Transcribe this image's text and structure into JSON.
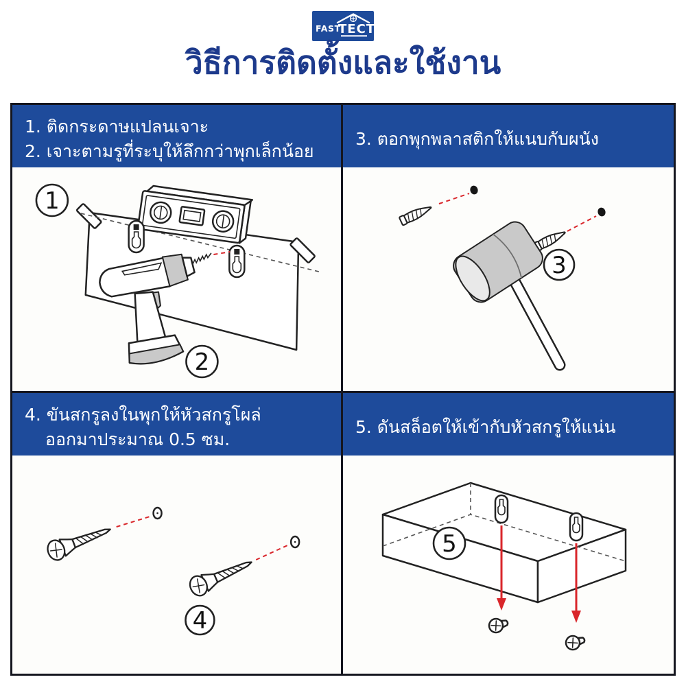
{
  "logo": {
    "brand_fast": "FAST",
    "brand_tect": "TECT",
    "icon": "house-screw-icon"
  },
  "title": "วิธีการติดตั้งและใช้งาน",
  "colors": {
    "brand_blue": "#1E4B9B",
    "title_blue": "#1D3A8C",
    "panel_border": "#15161F",
    "accent_red": "#D9262B",
    "outline_dark": "#222222",
    "tool_gray": "#C9C9C9"
  },
  "panels": [
    {
      "header_lines": [
        "1. ติดกระดาษแปลนเจาะ",
        "2. เจาะตามรูที่ระบุให้ลึกกว่าพุกเล็กน้อย"
      ],
      "markers": [
        "1",
        "2"
      ],
      "icons": [
        "paper-template-icon",
        "tape-icon",
        "spirit-level-icon",
        "keyhole-mark-icon",
        "drill-icon"
      ]
    },
    {
      "header_lines": [
        "3. ตอกพุกพลาสติกให้แนบกับผนัง"
      ],
      "markers": [
        "3"
      ],
      "icons": [
        "wall-anchor-icon",
        "drill-hole-icon",
        "rubber-mallet-icon"
      ]
    },
    {
      "header_lines": [
        "4. ขันสกรูลงในพุกให้หัวสกรูโผล่",
        "ออกมาประมาณ 0.5 ซม."
      ],
      "markers": [
        "4"
      ],
      "icons": [
        "screw-icon",
        "pilot-hole-icon"
      ]
    },
    {
      "header_lines": [
        "5. ดันสล็อตให้เข้ากับหัวสกรูให้แน่น"
      ],
      "markers": [
        "5"
      ],
      "icons": [
        "shelf-box-icon",
        "keyhole-slot-icon",
        "down-arrow-icon",
        "screw-head-icon"
      ]
    }
  ]
}
